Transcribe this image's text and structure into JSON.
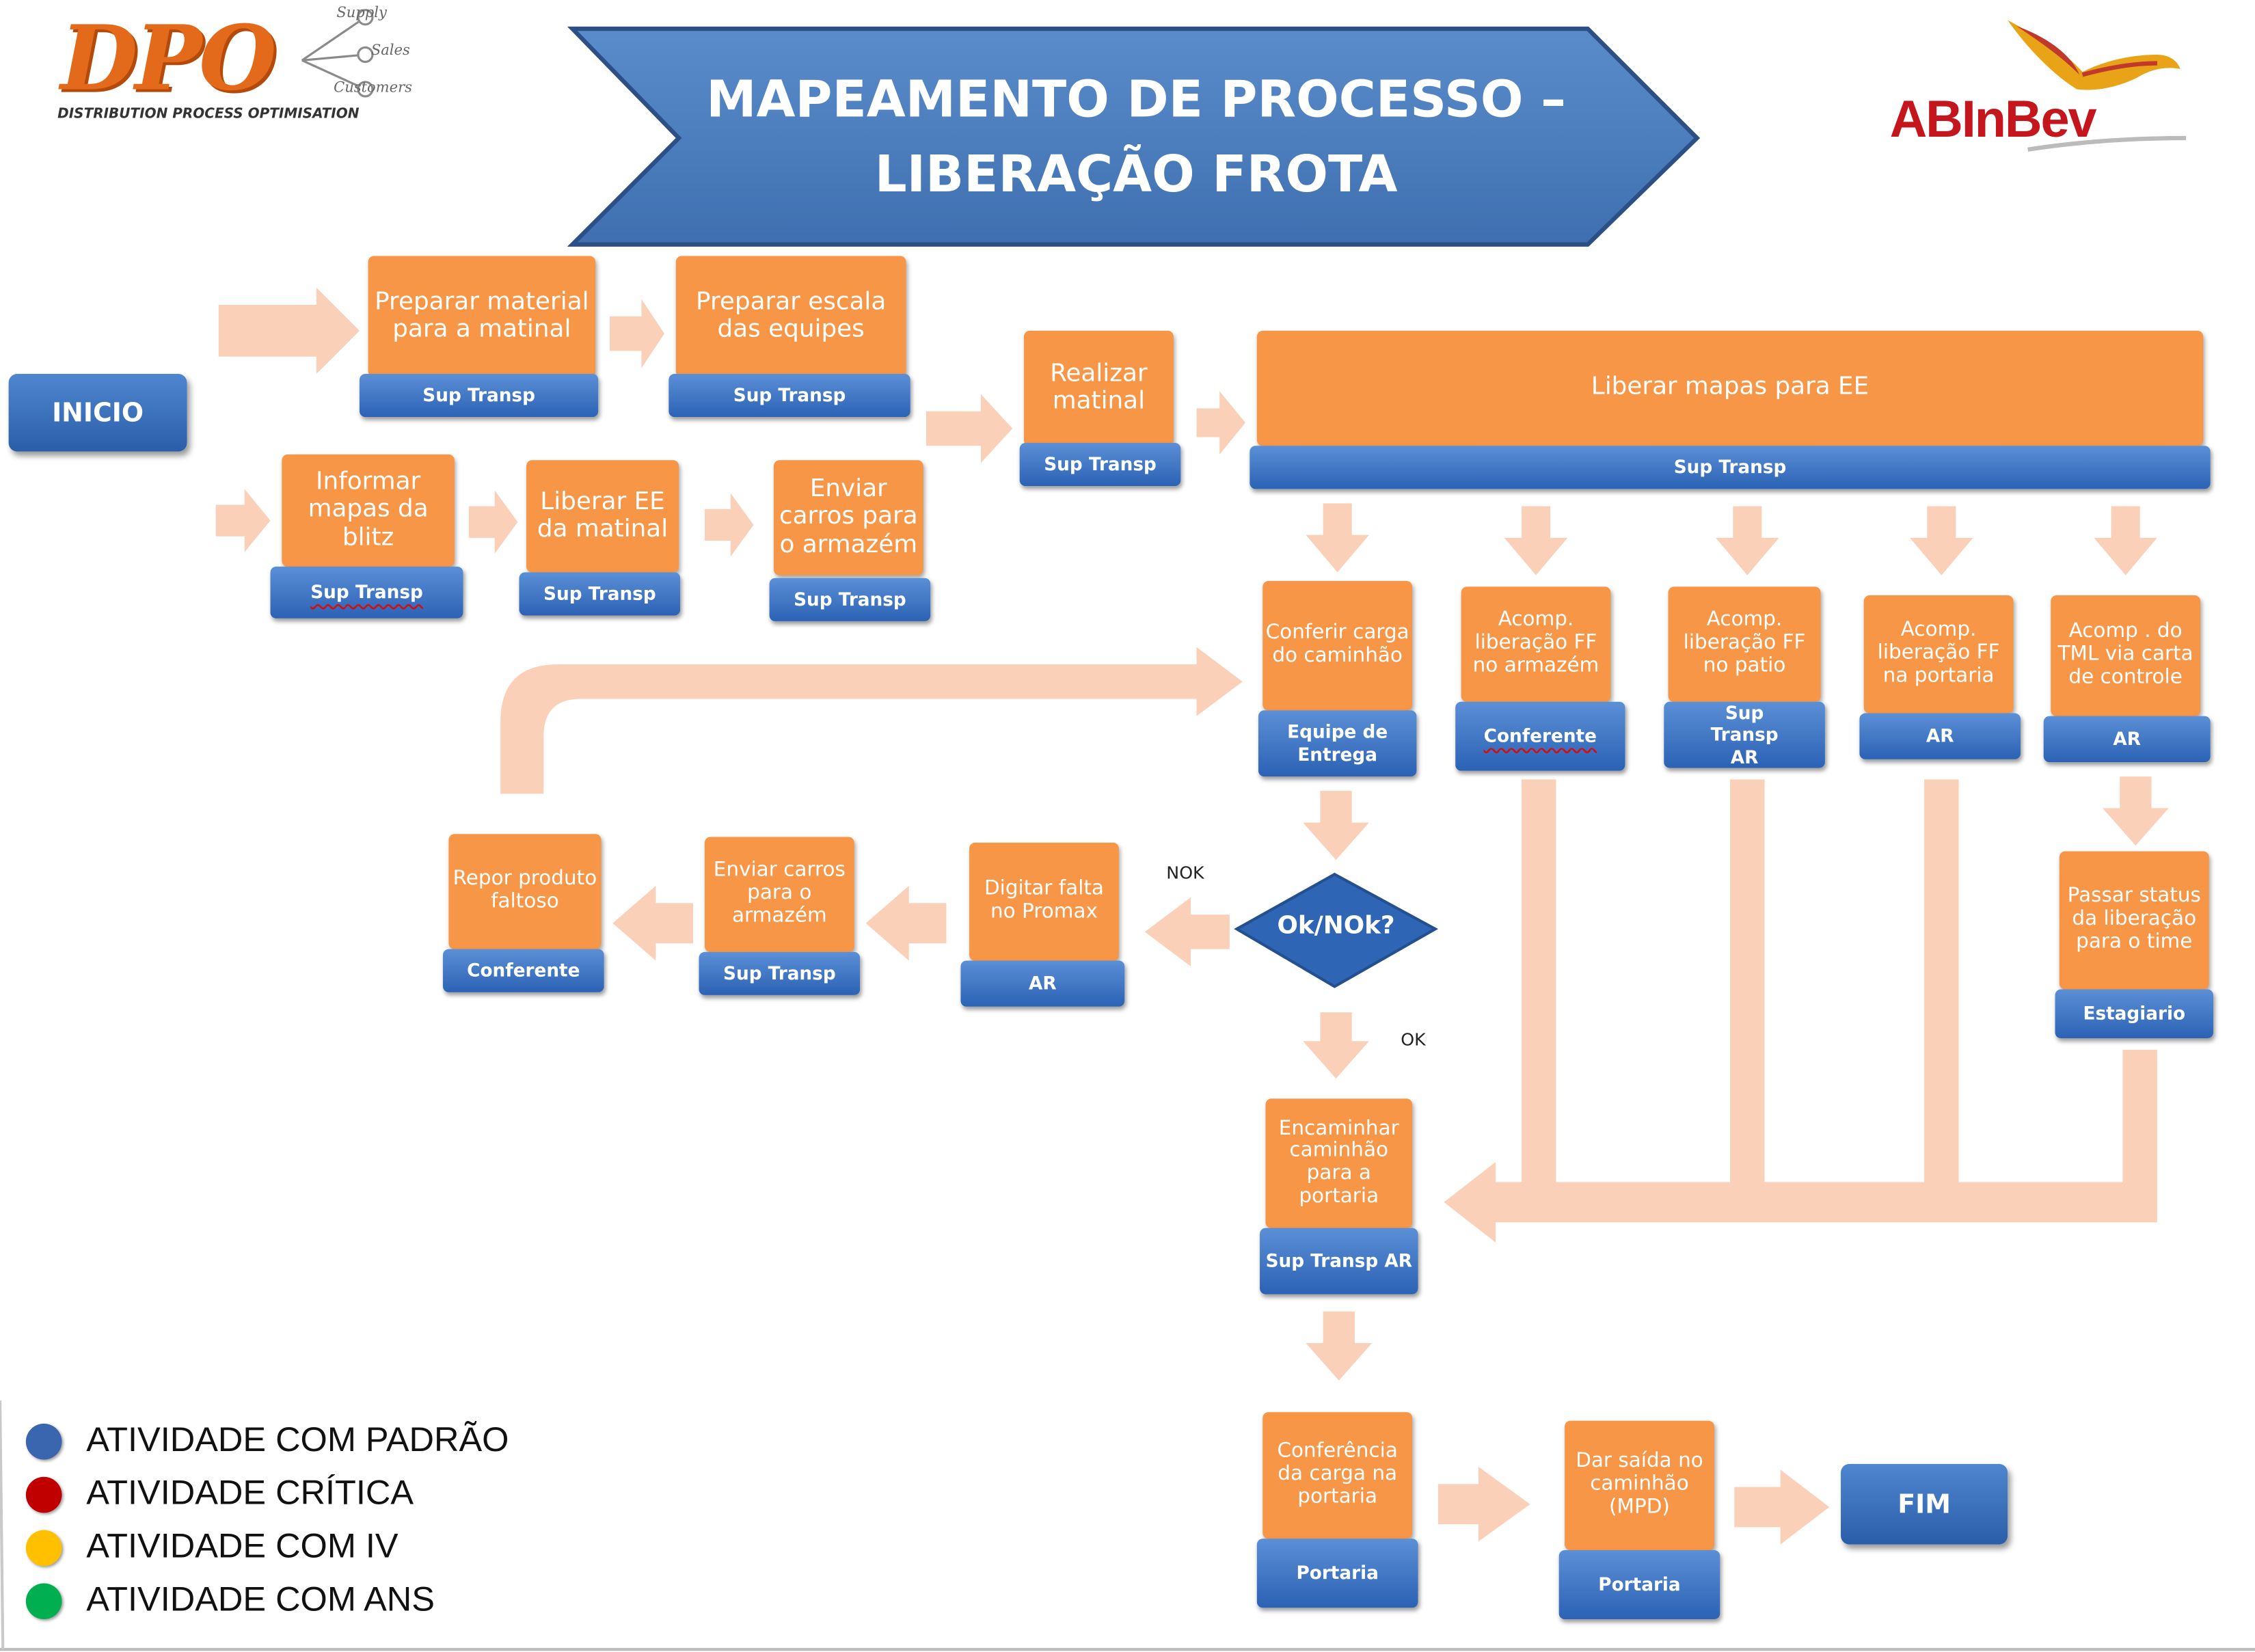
{
  "header": {
    "title_line1": "MAPEAMENTO DE PROCESSO –",
    "title_line2": "LIBERAÇÃO FROTA"
  },
  "logos": {
    "dpo": {
      "mark": "DPO",
      "tagline": "DISTRIBUTION PROCESS OPTIMISATION",
      "branches": [
        "Supply",
        "Sales",
        "Customers"
      ]
    },
    "abinbev": {
      "text": "ABInBev"
    }
  },
  "terminals": {
    "start": "INICIO",
    "end": "FIM"
  },
  "decision": {
    "label": "Ok/NOk?",
    "nok_label": "NOK",
    "ok_label": "OK"
  },
  "activities": [
    {
      "id": "preparar-material",
      "text": "Preparar material para a matinal",
      "role": "Sup Transp"
    },
    {
      "id": "preparar-escala",
      "text": "Preparar escala das equipes",
      "role": "Sup Transp"
    },
    {
      "id": "realizar-matinal",
      "text": "Realizar matinal",
      "role": "Sup Transp"
    },
    {
      "id": "liberar-mapas",
      "text": "Liberar mapas para EE",
      "role": "Sup Transp"
    },
    {
      "id": "informar-mapas",
      "text": "Informar mapas da blitz",
      "role": "Sup Transp"
    },
    {
      "id": "liberar-ee",
      "text": "Liberar EE da matinal",
      "role": "Sup Transp"
    },
    {
      "id": "enviar-carros-1",
      "text": "Enviar carros para o armazém",
      "role": "Sup Transp"
    },
    {
      "id": "conferir-carga",
      "text": "Conferir carga do caminhão",
      "role": "Equipe de Entrega"
    },
    {
      "id": "acomp-armazem",
      "text": "Acomp. liberação FF no armazém",
      "role": "Conferente"
    },
    {
      "id": "acomp-patio",
      "text": "Acomp. liberação FF no patio",
      "role": "Sup Transp AR"
    },
    {
      "id": "acomp-portaria",
      "text": "Acomp. liberação FF na portaria",
      "role": "AR"
    },
    {
      "id": "acomp-tml",
      "text": "Acomp . do TML via carta de controle",
      "role": "AR"
    },
    {
      "id": "passar-status",
      "text": "Passar status da liberação para o time",
      "role": "Estagiario"
    },
    {
      "id": "digitar-falta",
      "text": "Digitar falta no Promax",
      "role": "AR"
    },
    {
      "id": "enviar-carros-2",
      "text": "Enviar carros para o armazém",
      "role": "Sup Transp"
    },
    {
      "id": "repor-produto",
      "text": "Repor produto faltoso",
      "role": "Conferente"
    },
    {
      "id": "encaminhar",
      "text": "Encaminhar caminhão para a portaria",
      "role": "Sup Transp AR"
    },
    {
      "id": "conferencia-portaria",
      "text": "Conferência da carga na portaria",
      "role": "Portaria"
    },
    {
      "id": "dar-saida",
      "text": "Dar saída no caminhão (MPD)",
      "role": "Portaria"
    }
  ],
  "legend": [
    {
      "label": "ATIVIDADE COM PADRÃO",
      "color": "#3a66b0"
    },
    {
      "label": "ATIVIDADE CRÍTICA",
      "color": "#c00000"
    },
    {
      "label": "ATIVIDADE COM IV",
      "color": "#ffc000"
    },
    {
      "label": "ATIVIDADE COM ANS",
      "color": "#00b050"
    }
  ],
  "colors": {
    "activity": "#f79646",
    "role": "#2f65b5",
    "arrow": "#fbd0b8",
    "banner": "#4f81bd"
  }
}
